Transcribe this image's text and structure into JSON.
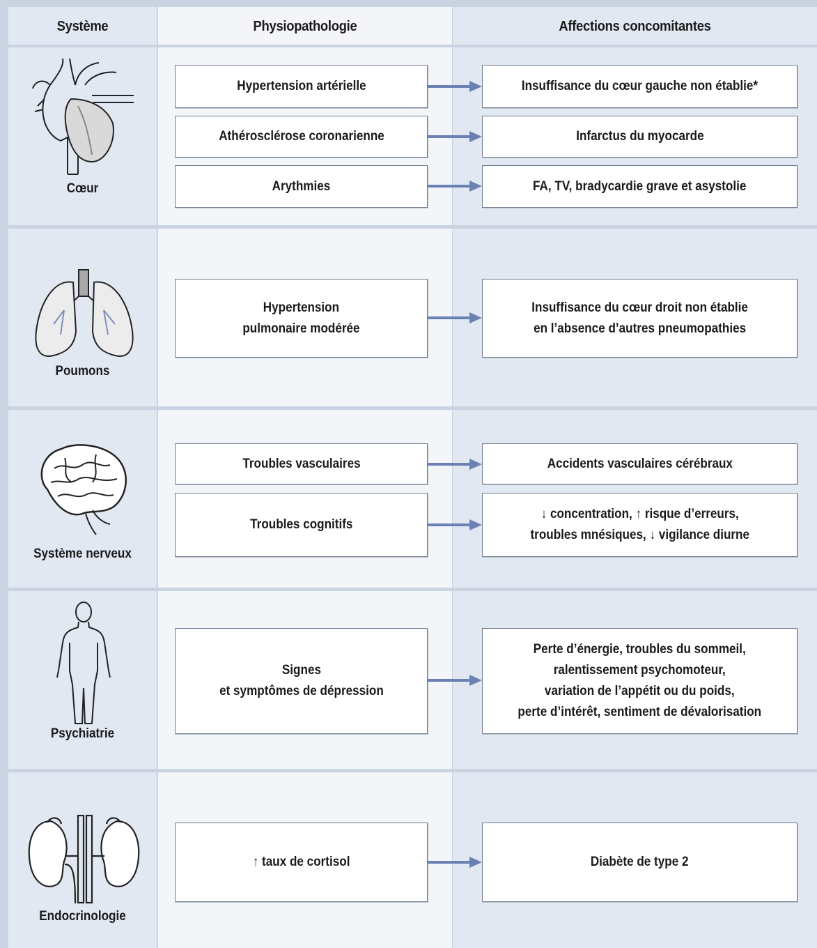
{
  "headers": {
    "system": "Système",
    "physio": "Physiopathologie",
    "affections": "Affections concomitantes"
  },
  "sections": [
    {
      "system": "Cœur",
      "icon": "heart-icon",
      "rows": [
        {
          "physio": "Hypertension artérielle",
          "affection": "Insuffisance du cœur gauche non établie*"
        },
        {
          "physio": "Athérosclérose coronarienne",
          "affection": "Infarctus du myocarde"
        },
        {
          "physio": "Arythmies",
          "affection": "FA, TV, bradycardie grave et asystolie"
        }
      ]
    },
    {
      "system": "Poumons",
      "icon": "lungs-icon",
      "rows": [
        {
          "physio": "Hypertension\npulmonaire modérée",
          "affection": "Insuffisance du cœur droit non établie\nen l’absence d’autres pneumopathies"
        }
      ]
    },
    {
      "system": "Système nerveux",
      "icon": "brain-icon",
      "rows": [
        {
          "physio": "Troubles vasculaires",
          "affection": "Accidents vasculaires cérébraux"
        },
        {
          "physio": "Troubles cognitifs",
          "affection": "↓ concentration, ↑ risque d’erreurs,\ntroubles mnésiques, ↓ vigilance diurne"
        }
      ]
    },
    {
      "system": "Psychiatrie",
      "icon": "human-body-icon",
      "rows": [
        {
          "physio": "Signes\net symptômes de dépression",
          "affection": "Perte d’énergie, troubles du sommeil,\nralentissement psychomoteur,\nvariation de l’appétit ou du poids,\nperte d’intérêt, sentiment de dévalorisation"
        }
      ]
    },
    {
      "system": "Endocrinologie",
      "icon": "kidneys-adrenal-icon",
      "rows": [
        {
          "physio": "↑ taux de cortisol",
          "affection": "Diabète de type 2"
        }
      ]
    }
  ],
  "colors": {
    "arrow": "#6b80b3",
    "band": "#c9d3e1",
    "column_shade": "#e2e8f2",
    "box_border": "#6f7b8d"
  }
}
